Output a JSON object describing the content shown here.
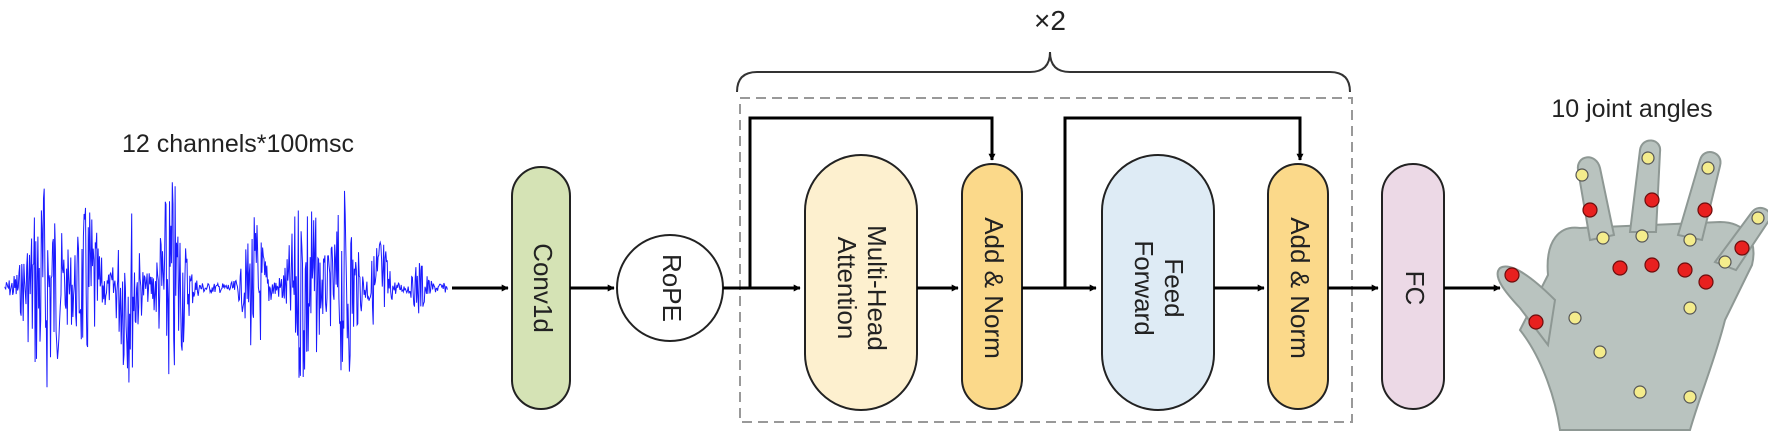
{
  "diagram": {
    "repeat_label": "×2",
    "input_label": "12 channels*100msc",
    "output_label": "10 joint angles",
    "blocks": {
      "conv1d": "Conv1d",
      "rope": "RoPE",
      "mha_line1": "Multi-Head",
      "mha_line2": "Attention",
      "addnorm1": "Add & Norm",
      "ff_line1": "Feed",
      "ff_line2": "Forward",
      "addnorm2": "Add & Norm",
      "fc": "FC"
    },
    "colors": {
      "signal": "#1a1aff",
      "conv1d_fill": "#d5e3b5",
      "mha_fill": "#fdf0cf",
      "addnorm_fill": "#fbd98a",
      "ff_fill": "#deebf5",
      "fc_fill": "#ecd9e6",
      "hand_skin": "#b9c3bf",
      "joint_red": "#e8201f",
      "joint_yellow": "#f4ec8c"
    }
  }
}
